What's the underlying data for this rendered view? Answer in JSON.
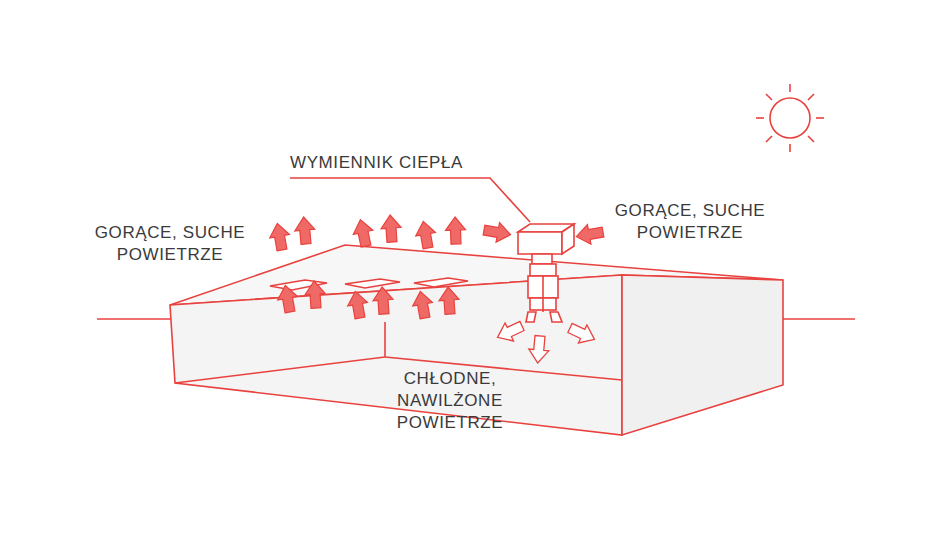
{
  "diagram": {
    "labels": [
      "WYMIENNIK CIEPŁA",
      "GORĄCE, SUCHE POWIETRZE",
      "GORĄCE, SUCHE POWIETRZE",
      "CHŁODNE, NAWILŻONE POWIETRZE"
    ]
  }
}
